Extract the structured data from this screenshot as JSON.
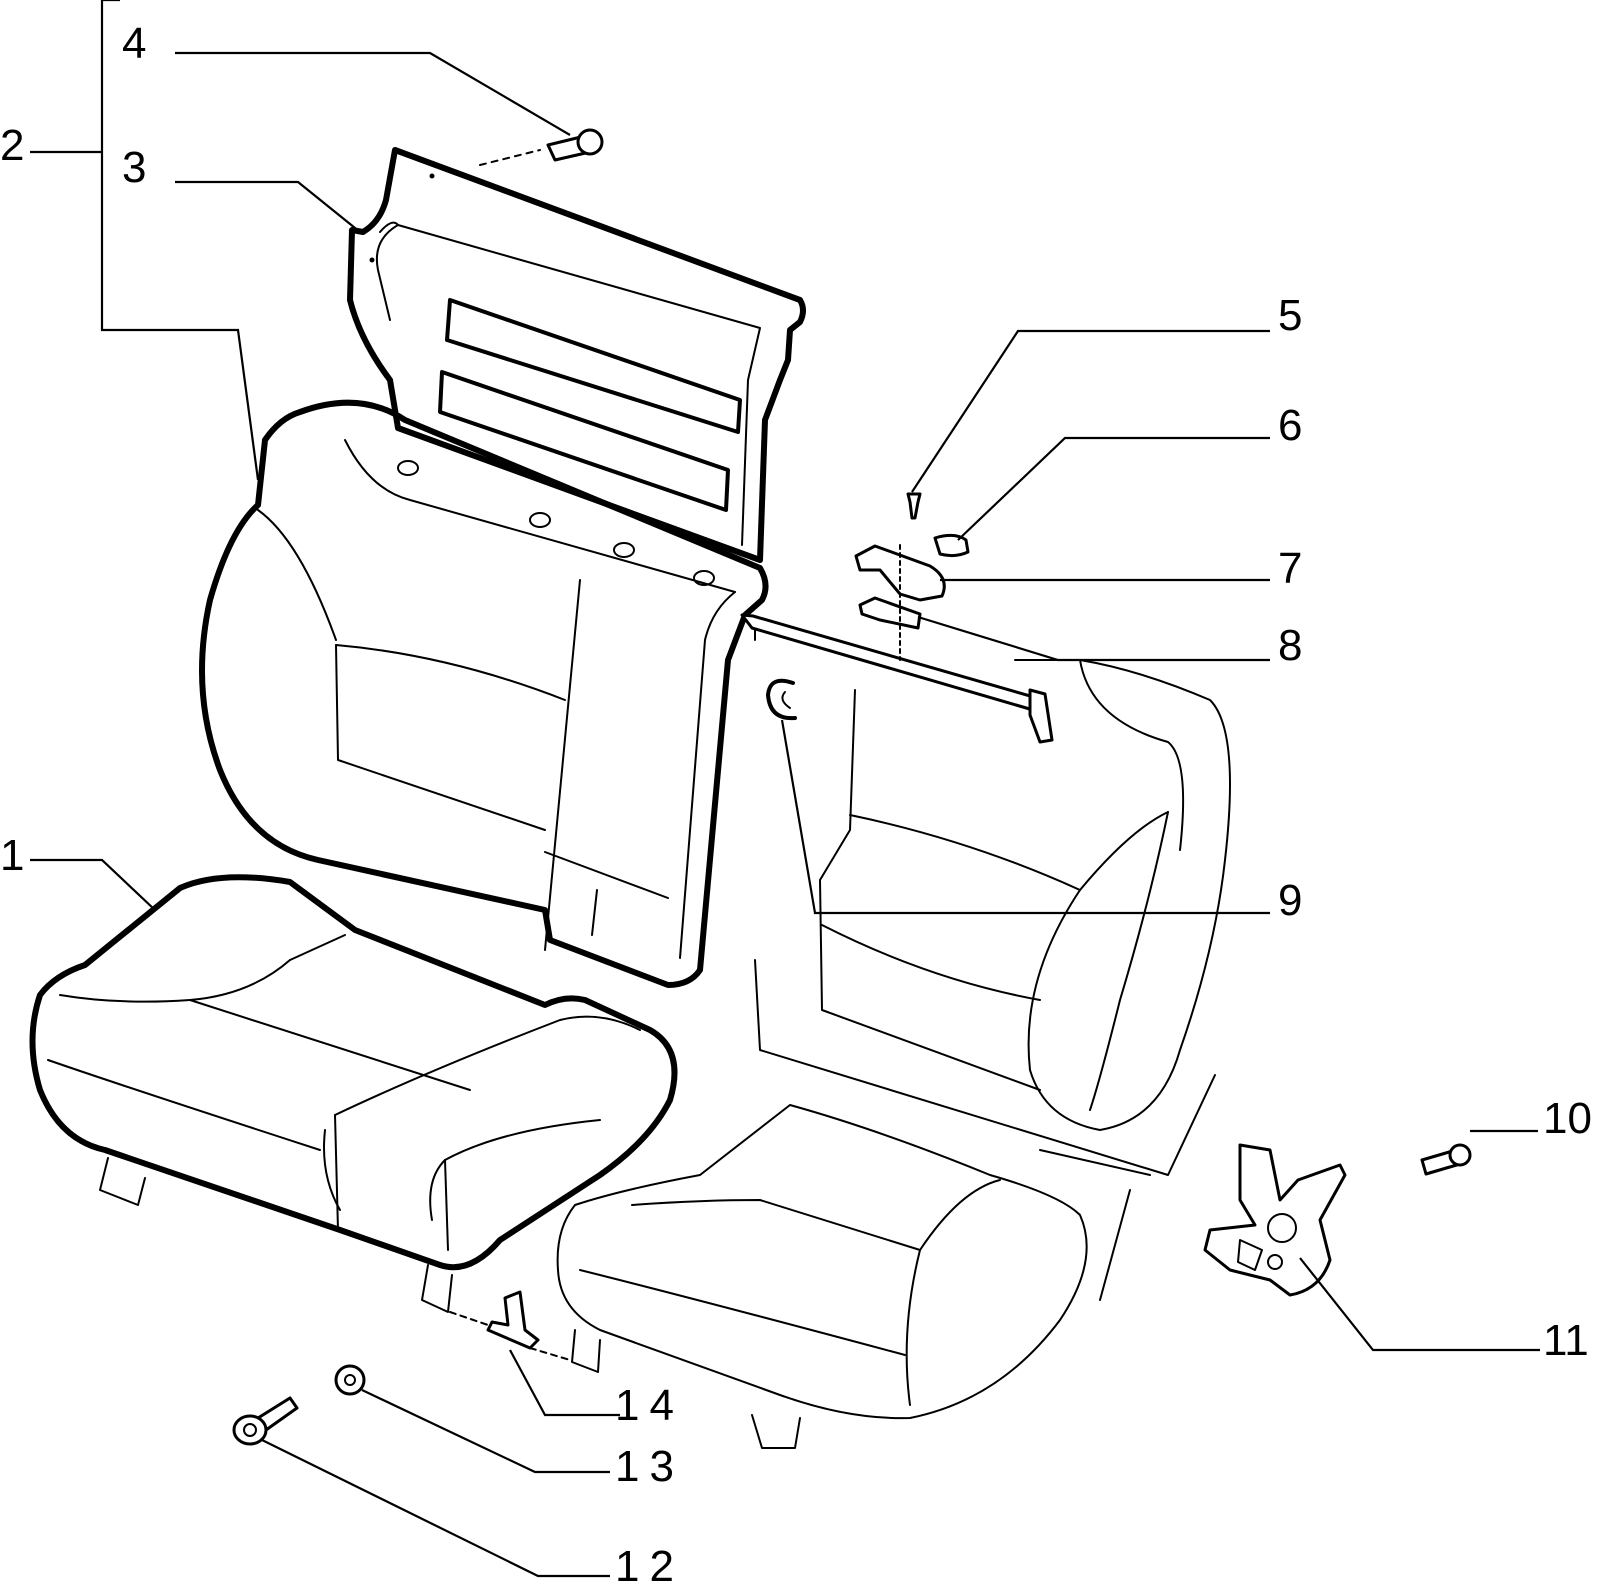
{
  "callouts": [
    "1",
    "2",
    "3",
    "4",
    "5",
    "6",
    "7",
    "8",
    "9",
    "10",
    "11",
    "12",
    "13",
    "14"
  ]
}
